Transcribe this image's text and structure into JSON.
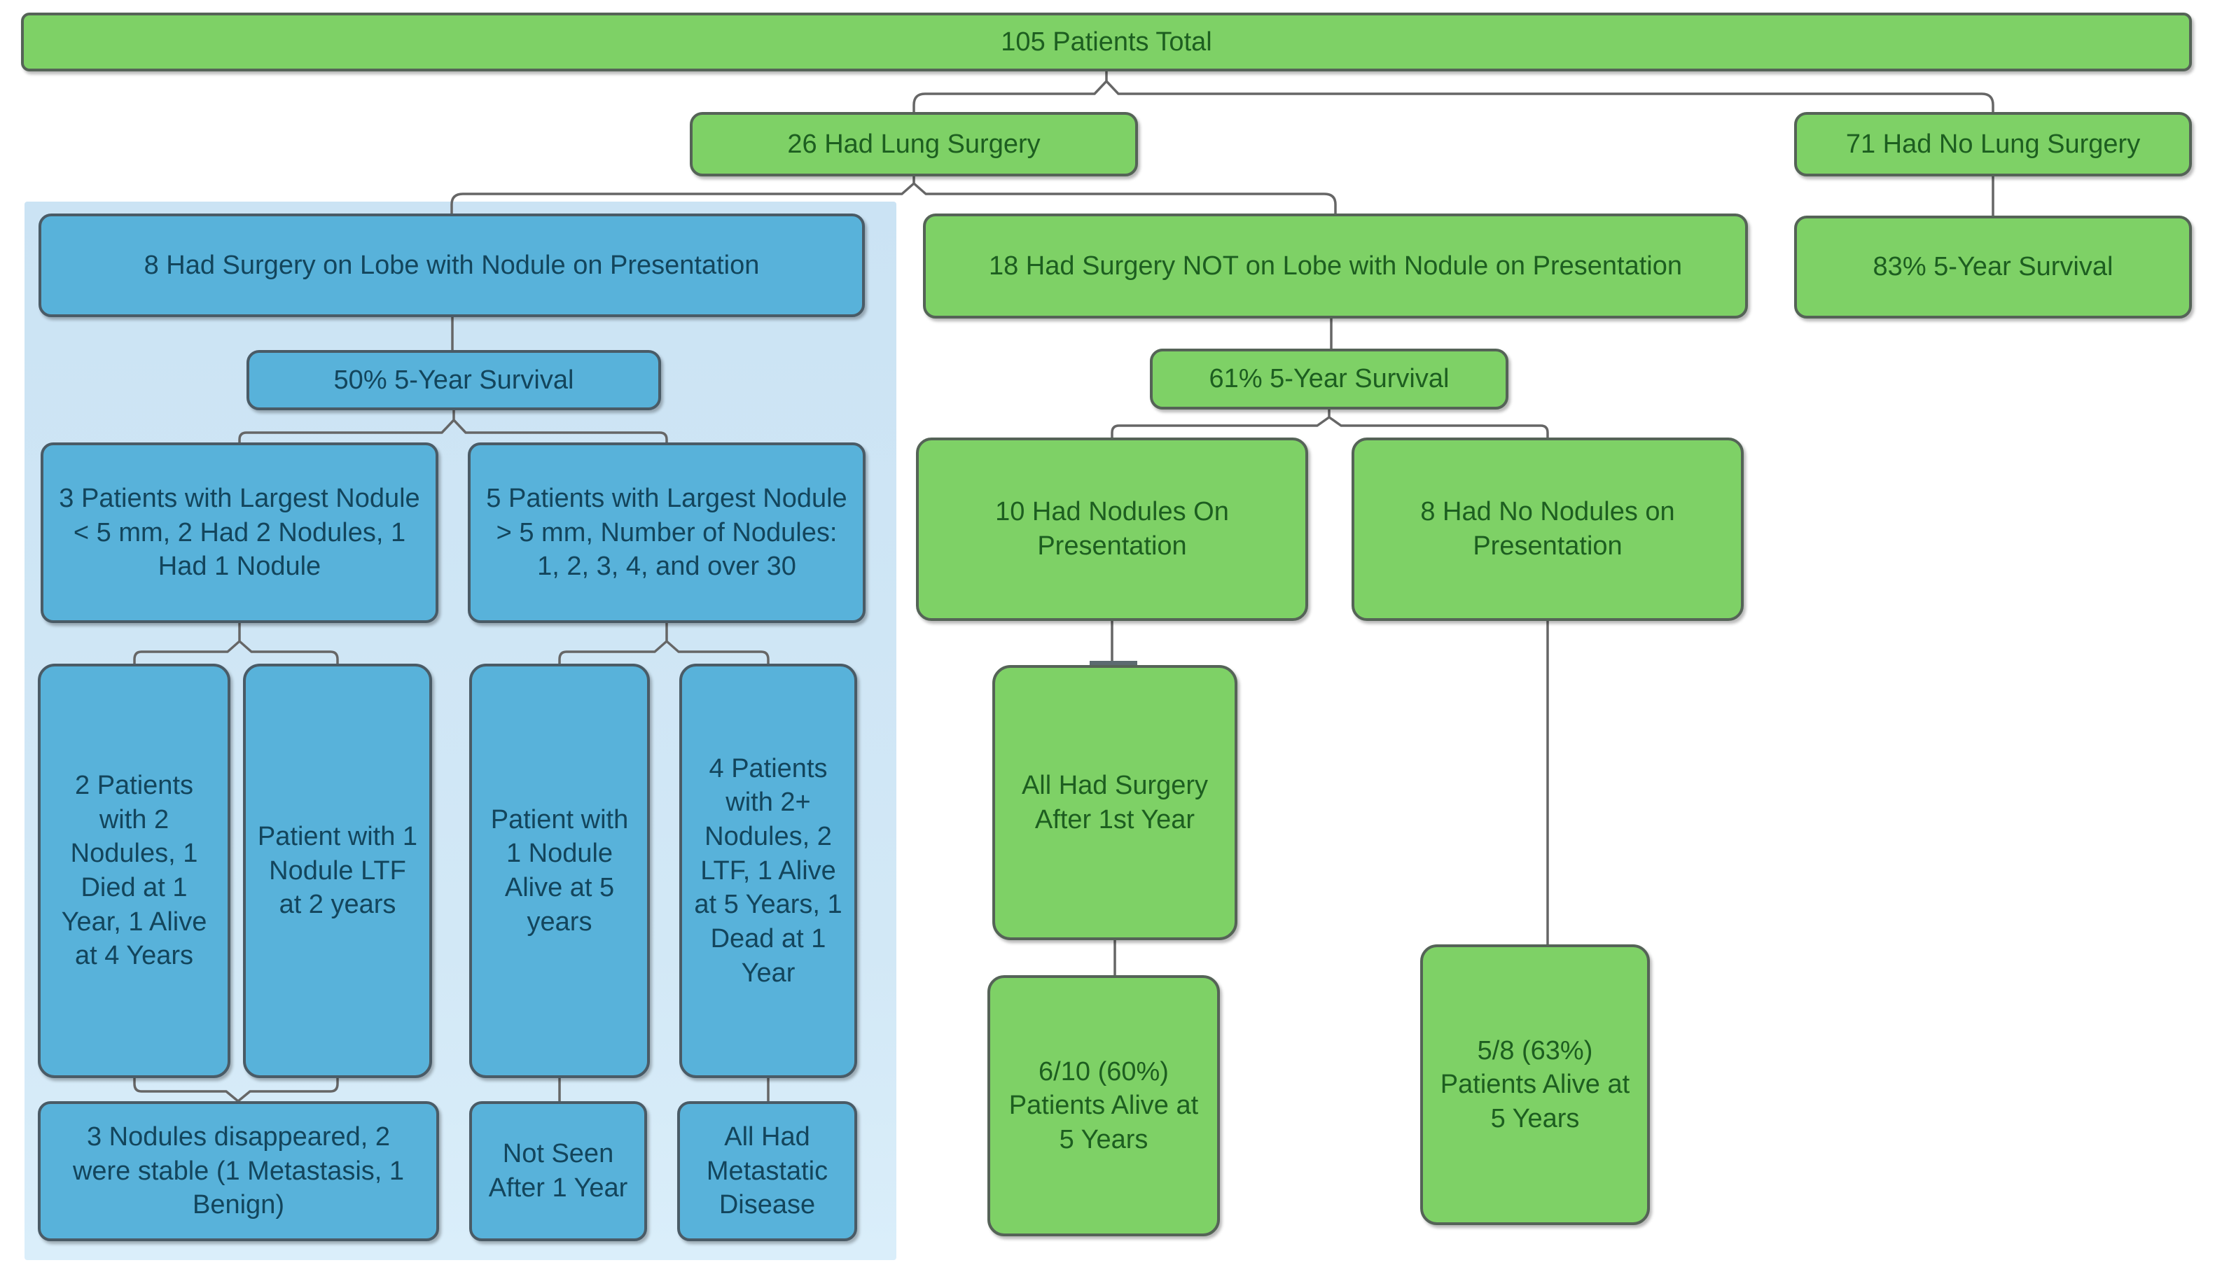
{
  "diagram": {
    "type": "flowchart",
    "topic": "Lung surgery patient outcomes",
    "colors": {
      "green_fill": "#7ed166",
      "green_border": "#556357",
      "green_text": "#1d5e20",
      "blue_fill": "#58b2da",
      "blue_border": "#4a5b66",
      "blue_text": "#13455c",
      "panel_background": "#cde5f4",
      "connector": "#666666",
      "page_background": "#ffffff"
    }
  },
  "nodes": {
    "total": {
      "label": "105 Patients Total",
      "color": "green"
    },
    "hadSurgery": {
      "label": "26 Had Lung Surgery",
      "color": "green"
    },
    "noSurgery": {
      "label": "71 Had No Lung Surgery",
      "color": "green"
    },
    "lobeNodule": {
      "label": "8 Had Surgery on Lobe with Nodule on Presentation",
      "color": "blue"
    },
    "notLobeNodule": {
      "label": "18 Had Surgery NOT on Lobe with Nodule on Presentation",
      "color": "green"
    },
    "survival83": {
      "label": "83% 5-Year Survival",
      "color": "green"
    },
    "survival50": {
      "label": "50% 5-Year Survival",
      "color": "blue"
    },
    "survival61": {
      "label": "61% 5-Year Survival",
      "color": "green"
    },
    "largestUnder5": {
      "label": "3 Patients with Largest Nodule < 5 mm, 2 Had 2 Nodules, 1 Had 1 Nodule",
      "color": "blue"
    },
    "largestOver5": {
      "label": "5 Patients with Largest Nodule > 5 mm, Number of Nodules: 1, 2, 3, 4, and over 30",
      "color": "blue"
    },
    "nodulesOnPresentation": {
      "label": "10 Had Nodules On Presentation",
      "color": "green"
    },
    "noNodulesOnPresentation": {
      "label": "8 Had No Nodules on Presentation",
      "color": "green"
    },
    "twoPatientsTwoNodules": {
      "label": "2 Patients with 2 Nodules, 1 Died at 1 Year, 1 Alive at 4 Years",
      "color": "blue"
    },
    "patientOneNoduleLTF": {
      "label": "Patient with 1 Nodule LTF at 2 years",
      "color": "blue"
    },
    "patientOneNoduleAlive": {
      "label": "Patient with 1 Nodule Alive at 5 years",
      "color": "blue"
    },
    "fourPatients": {
      "label": "4 Patients with 2+ Nodules, 2 LTF, 1 Alive at 5 Years, 1 Dead at 1 Year",
      "color": "blue"
    },
    "allHadSurgeryAfter1stYear": {
      "label": "All Had Surgery After 1st Year",
      "color": "green"
    },
    "nodulesDisappeared": {
      "label": "3 Nodules disappeared, 2 were stable (1 Metastasis, 1 Benign)",
      "color": "blue"
    },
    "notSeenAfter1Year": {
      "label": "Not Seen After 1 Year",
      "color": "blue"
    },
    "allHadMetastaticDisease": {
      "label": "All Had Metastatic Disease",
      "color": "blue"
    },
    "alive6of10": {
      "label": "6/10 (60%) Patients Alive at 5 Years",
      "color": "green"
    },
    "alive5of8": {
      "label": "5/8 (63%) Patients Alive at 5 Years",
      "color": "green"
    }
  },
  "edges": [
    {
      "from": "total",
      "to": [
        "hadSurgery",
        "noSurgery"
      ]
    },
    {
      "from": "hadSurgery",
      "to": [
        "lobeNodule",
        "notLobeNodule"
      ]
    },
    {
      "from": "noSurgery",
      "to": [
        "survival83"
      ]
    },
    {
      "from": "lobeNodule",
      "to": [
        "survival50"
      ]
    },
    {
      "from": "notLobeNodule",
      "to": [
        "survival61"
      ]
    },
    {
      "from": "survival50",
      "to": [
        "largestUnder5",
        "largestOver5"
      ]
    },
    {
      "from": "survival61",
      "to": [
        "nodulesOnPresentation",
        "noNodulesOnPresentation"
      ]
    },
    {
      "from": "largestUnder5",
      "to": [
        "twoPatientsTwoNodules",
        "patientOneNoduleLTF"
      ]
    },
    {
      "from": "largestOver5",
      "to": [
        "patientOneNoduleAlive",
        "fourPatients"
      ]
    },
    {
      "from": "twoPatientsTwoNodules",
      "to": [
        "nodulesDisappeared"
      ]
    },
    {
      "from": "patientOneNoduleLTF",
      "to": [
        "nodulesDisappeared"
      ]
    },
    {
      "from": "patientOneNoduleAlive",
      "to": [
        "notSeenAfter1Year"
      ]
    },
    {
      "from": "fourPatients",
      "to": [
        "allHadMetastaticDisease"
      ]
    },
    {
      "from": "nodulesOnPresentation",
      "to": [
        "allHadSurgeryAfter1stYear"
      ]
    },
    {
      "from": "allHadSurgeryAfter1stYear",
      "to": [
        "alive6of10"
      ]
    },
    {
      "from": "noNodulesOnPresentation",
      "to": [
        "alive5of8"
      ]
    }
  ]
}
